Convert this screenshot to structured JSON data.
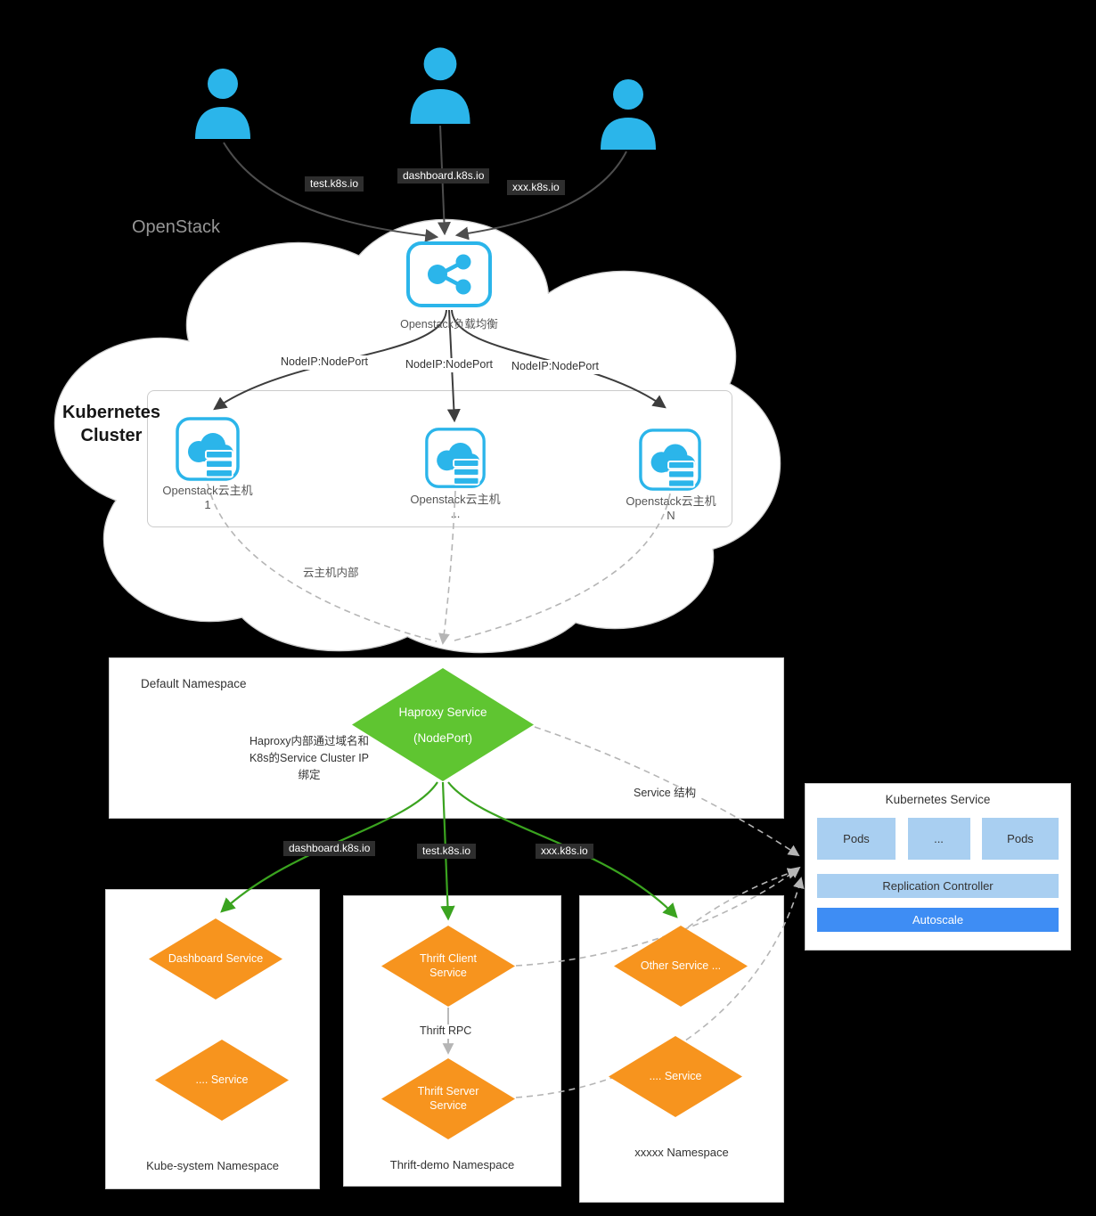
{
  "colors": {
    "background": "#000000",
    "blue": "#2bb5ea",
    "green_diamond": "#5fc531",
    "green_arrow": "#3aa31f",
    "orange": "#f7941e",
    "pod_blue": "#a9cff1",
    "autoscale_blue": "#3e8df4",
    "cloud_fill": "#ffffff",
    "border_gray": "#c9c9c9"
  },
  "users": {
    "labels": [
      "test.k8s.io",
      "dashboard.k8s.io",
      "xxx.k8s.io"
    ]
  },
  "openstack": {
    "title": "OpenStack",
    "load_balancer_label": "Openstack负载均衡",
    "cluster_title": [
      "Kubernetes",
      "Cluster"
    ],
    "nodeport_labels": [
      "NodeIP:NodePort",
      "NodeIP:NodePort",
      "NodeIP:NodePort"
    ],
    "hosts": [
      {
        "label": "Openstack云主机",
        "sub": "1"
      },
      {
        "label": "Openstack云主机",
        "sub": "..."
      },
      {
        "label": "Openstack云主机",
        "sub": "N"
      }
    ],
    "internal_label": "云主机内部"
  },
  "default_namespace": {
    "title": "Default Namespace",
    "haproxy": {
      "line1": "Haproxy Service",
      "line2": "(NodePort)"
    },
    "note": [
      "Haproxy内部通过域名和",
      "K8s的Service Cluster IP",
      "绑定"
    ],
    "service_structure_label": "Service 结构"
  },
  "routes": {
    "labels": [
      "dashboard.k8s.io",
      "test.k8s.io",
      "xxx.k8s.io"
    ]
  },
  "namespaces": [
    {
      "title": "Kube-system Namespace",
      "services": [
        "Dashboard Service",
        ".... Service"
      ]
    },
    {
      "title": "Thrift-demo Namespace",
      "services": [
        "Thrift Client Service",
        "Thrift Server Service"
      ],
      "rpc_label": "Thrift RPC"
    },
    {
      "title": "xxxxx Namespace",
      "services": [
        "Other Service ...",
        ".... Service"
      ]
    }
  ],
  "kubernetes_service": {
    "title": "Kubernetes Service",
    "pods": [
      "Pods",
      "...",
      "Pods"
    ],
    "replication_controller": "Replication Controller",
    "autoscale": "Autoscale"
  }
}
